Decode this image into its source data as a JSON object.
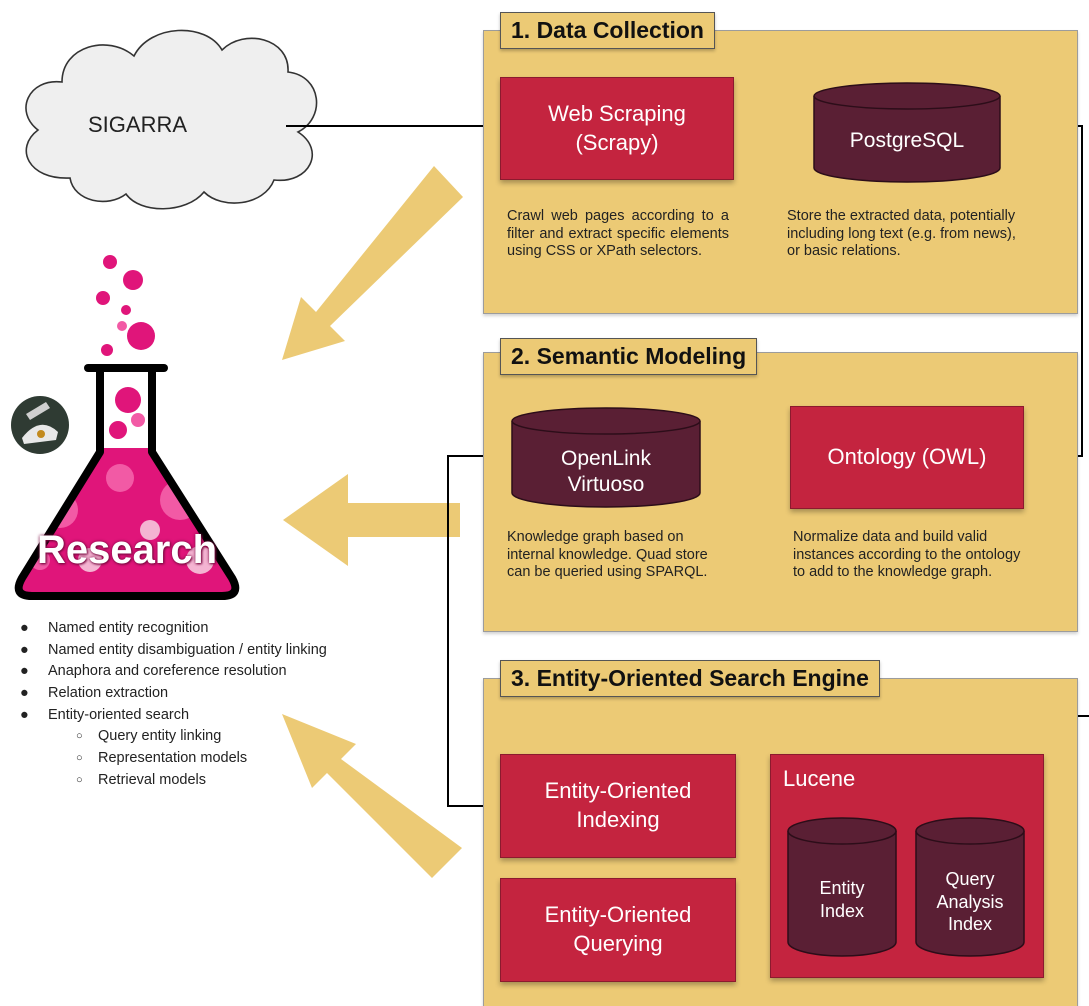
{
  "source": {
    "label": "SIGARRA"
  },
  "research": {
    "label": "Research",
    "topics": [
      "Named entity recognition",
      "Named entity disambiguation / entity linking",
      "Anaphora and coreference resolution",
      "Relation extraction",
      "Entity-oriented search"
    ],
    "subtopics": [
      "Query entity linking",
      "Representation models",
      "Retrieval models"
    ]
  },
  "stage1": {
    "title": "1. Data Collection",
    "scraping": {
      "line1": "Web Scraping",
      "line2": "(Scrapy)"
    },
    "db": "PostgreSQL",
    "desc_left": "Crawl web pages according to a filter and extract specific elements using CSS or XPath selectors.",
    "desc_right": "Store the extracted data, potentially including long text (e.g. from news), or basic relations."
  },
  "stage2": {
    "title": "2. Semantic Modeling",
    "store": {
      "line1": "OpenLink",
      "line2": "Virtuoso"
    },
    "ontology": "Ontology (OWL)",
    "desc_left": "Knowledge graph based on internal knowledge. Quad store can be queried using SPARQL.",
    "desc_right": "Normalize data and build valid instances according to the ontology to add to the knowledge graph."
  },
  "stage3": {
    "title": "3. Entity-Oriented Search Engine",
    "indexing": {
      "line1": "Entity-Oriented",
      "line2": "Indexing"
    },
    "querying": {
      "line1": "Entity-Oriented",
      "line2": "Querying"
    },
    "lucene": "Lucene",
    "entity_index": {
      "line1": "Entity",
      "line2": "Index"
    },
    "query_index": {
      "line1": "Query",
      "line2": "Analysis",
      "line3": "Index"
    }
  },
  "colors": {
    "panel": "#ecca75",
    "box": "#c4243f",
    "database": "#5a1f34",
    "arrow": "#ecca75",
    "flask": "#e0157a"
  }
}
